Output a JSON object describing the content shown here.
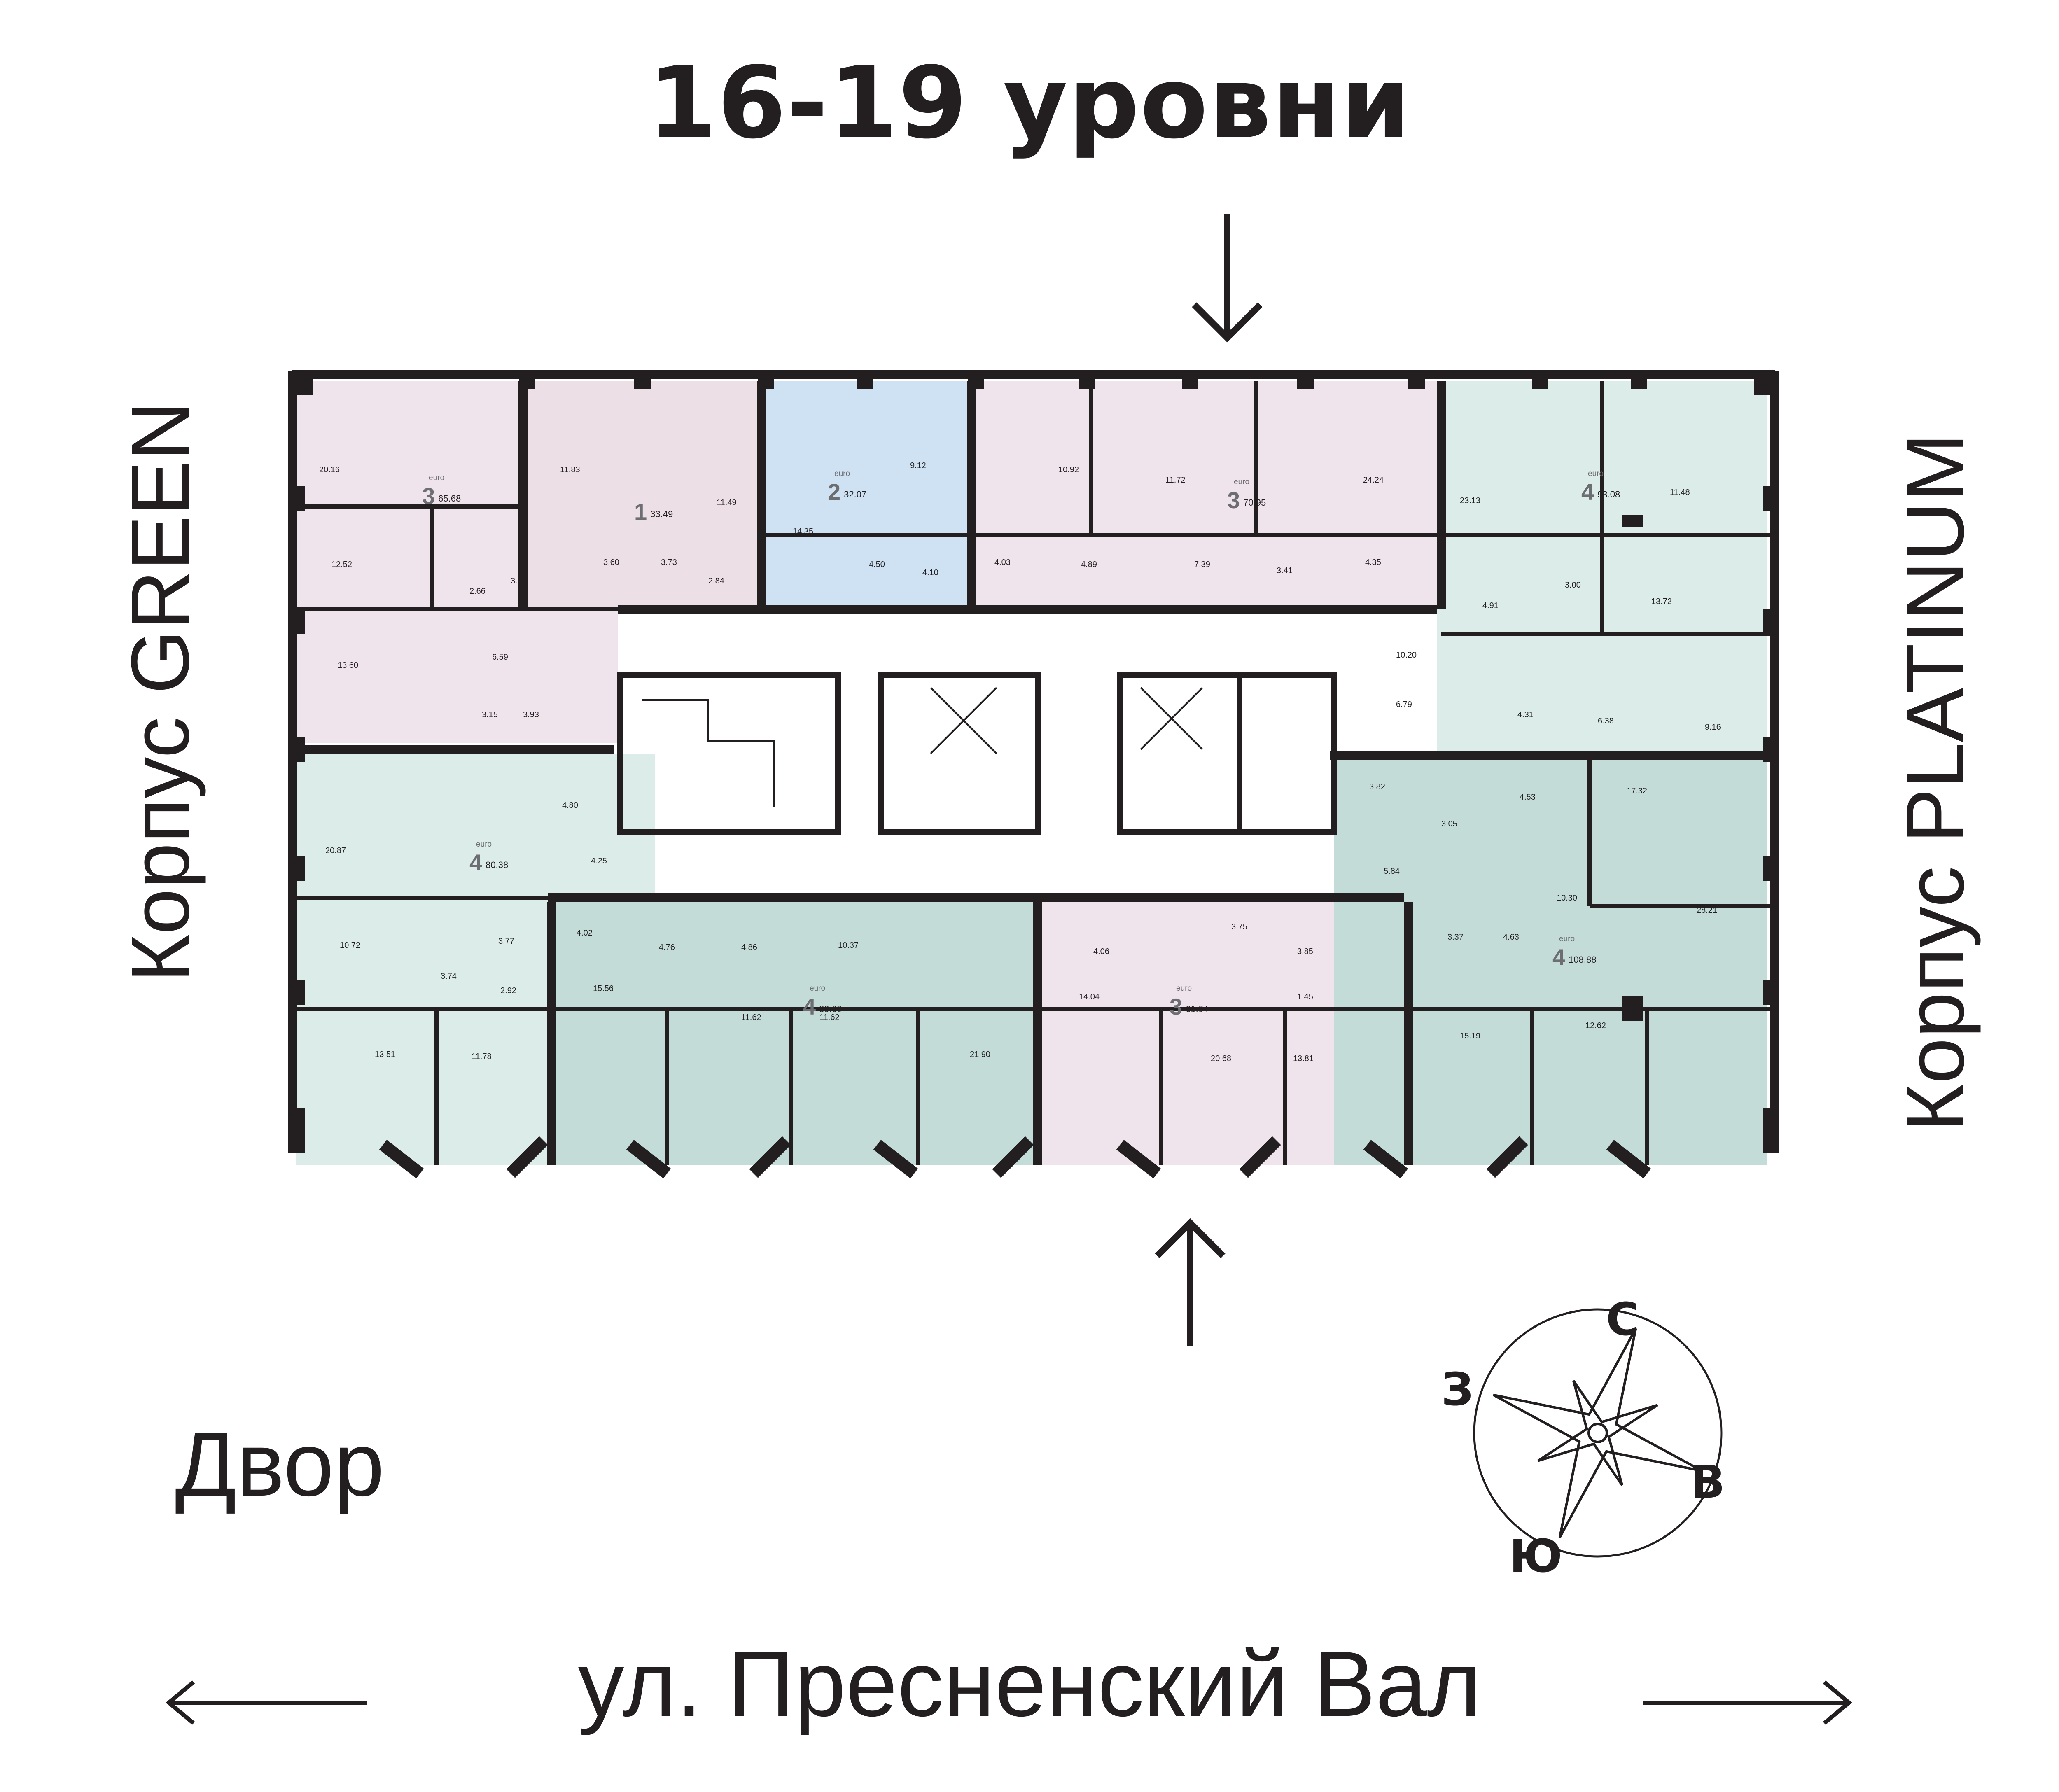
{
  "title": "16-19 уровни",
  "labels": {
    "left_building": "Корпус GREEN",
    "right_building": "Корпус PLATINUM",
    "yard": "Двор",
    "street": "ул. Пресненский Вал"
  },
  "compass": {
    "north": "С",
    "east": "В",
    "south": "Ю",
    "west": "З"
  },
  "icons": {
    "top_arrow": "arrow-down-icon",
    "bottom_arrow": "arrow-up-icon",
    "street_left": "arrow-left-icon",
    "street_right": "arrow-right-icon",
    "compass": "compass-rose-icon"
  },
  "colors": {
    "pink": "#efe3ec",
    "blue": "#cfe2f3",
    "mint": "#dcece9",
    "teal": "#c4dcd8",
    "wall": "#231f20"
  },
  "apartments": [
    {
      "prefix": "euro",
      "rooms": "3",
      "area": "65.68"
    },
    {
      "prefix": "",
      "rooms": "1",
      "area": "33.49"
    },
    {
      "prefix": "euro",
      "rooms": "2",
      "area": "32.07"
    },
    {
      "prefix": "euro",
      "rooms": "3",
      "area": "70.95"
    },
    {
      "prefix": "euro",
      "rooms": "4",
      "area": "93.08"
    },
    {
      "prefix": "euro",
      "rooms": "4",
      "area": "80.38"
    },
    {
      "prefix": "euro",
      "rooms": "4",
      "area": "80.69"
    },
    {
      "prefix": "euro",
      "rooms": "3",
      "area": "61.64"
    },
    {
      "prefix": "euro",
      "rooms": "4",
      "area": "108.88"
    }
  ],
  "room_areas": [
    "20.16",
    "11.83",
    "11.49",
    "9.12",
    "10.92",
    "11.72",
    "24.24",
    "23.13",
    "11.48",
    "12.52",
    "3.07",
    "2.66",
    "3.60",
    "3.73",
    "2.84",
    "14.35",
    "4.50",
    "4.10",
    "4.03",
    "4.89",
    "7.39",
    "3.41",
    "4.35",
    "4.91",
    "3.00",
    "13.72",
    "13.60",
    "6.59",
    "3.15",
    "3.93",
    "10.20",
    "6.79",
    "4.31",
    "6.38",
    "9.16",
    "3.82",
    "3.05",
    "4.53",
    "17.32",
    "20.87",
    "4.80",
    "4.25",
    "5.84",
    "10.30",
    "28.21",
    "10.72",
    "3.74",
    "3.77",
    "2.92",
    "4.02",
    "4.76",
    "4.86",
    "10.37",
    "4.06",
    "3.75",
    "3.85",
    "1.45",
    "3.37",
    "4.63",
    "13.51",
    "11.78",
    "15.56",
    "11.62",
    "11.62",
    "21.90",
    "14.04",
    "20.68",
    "13.81",
    "15.19",
    "12.62"
  ]
}
